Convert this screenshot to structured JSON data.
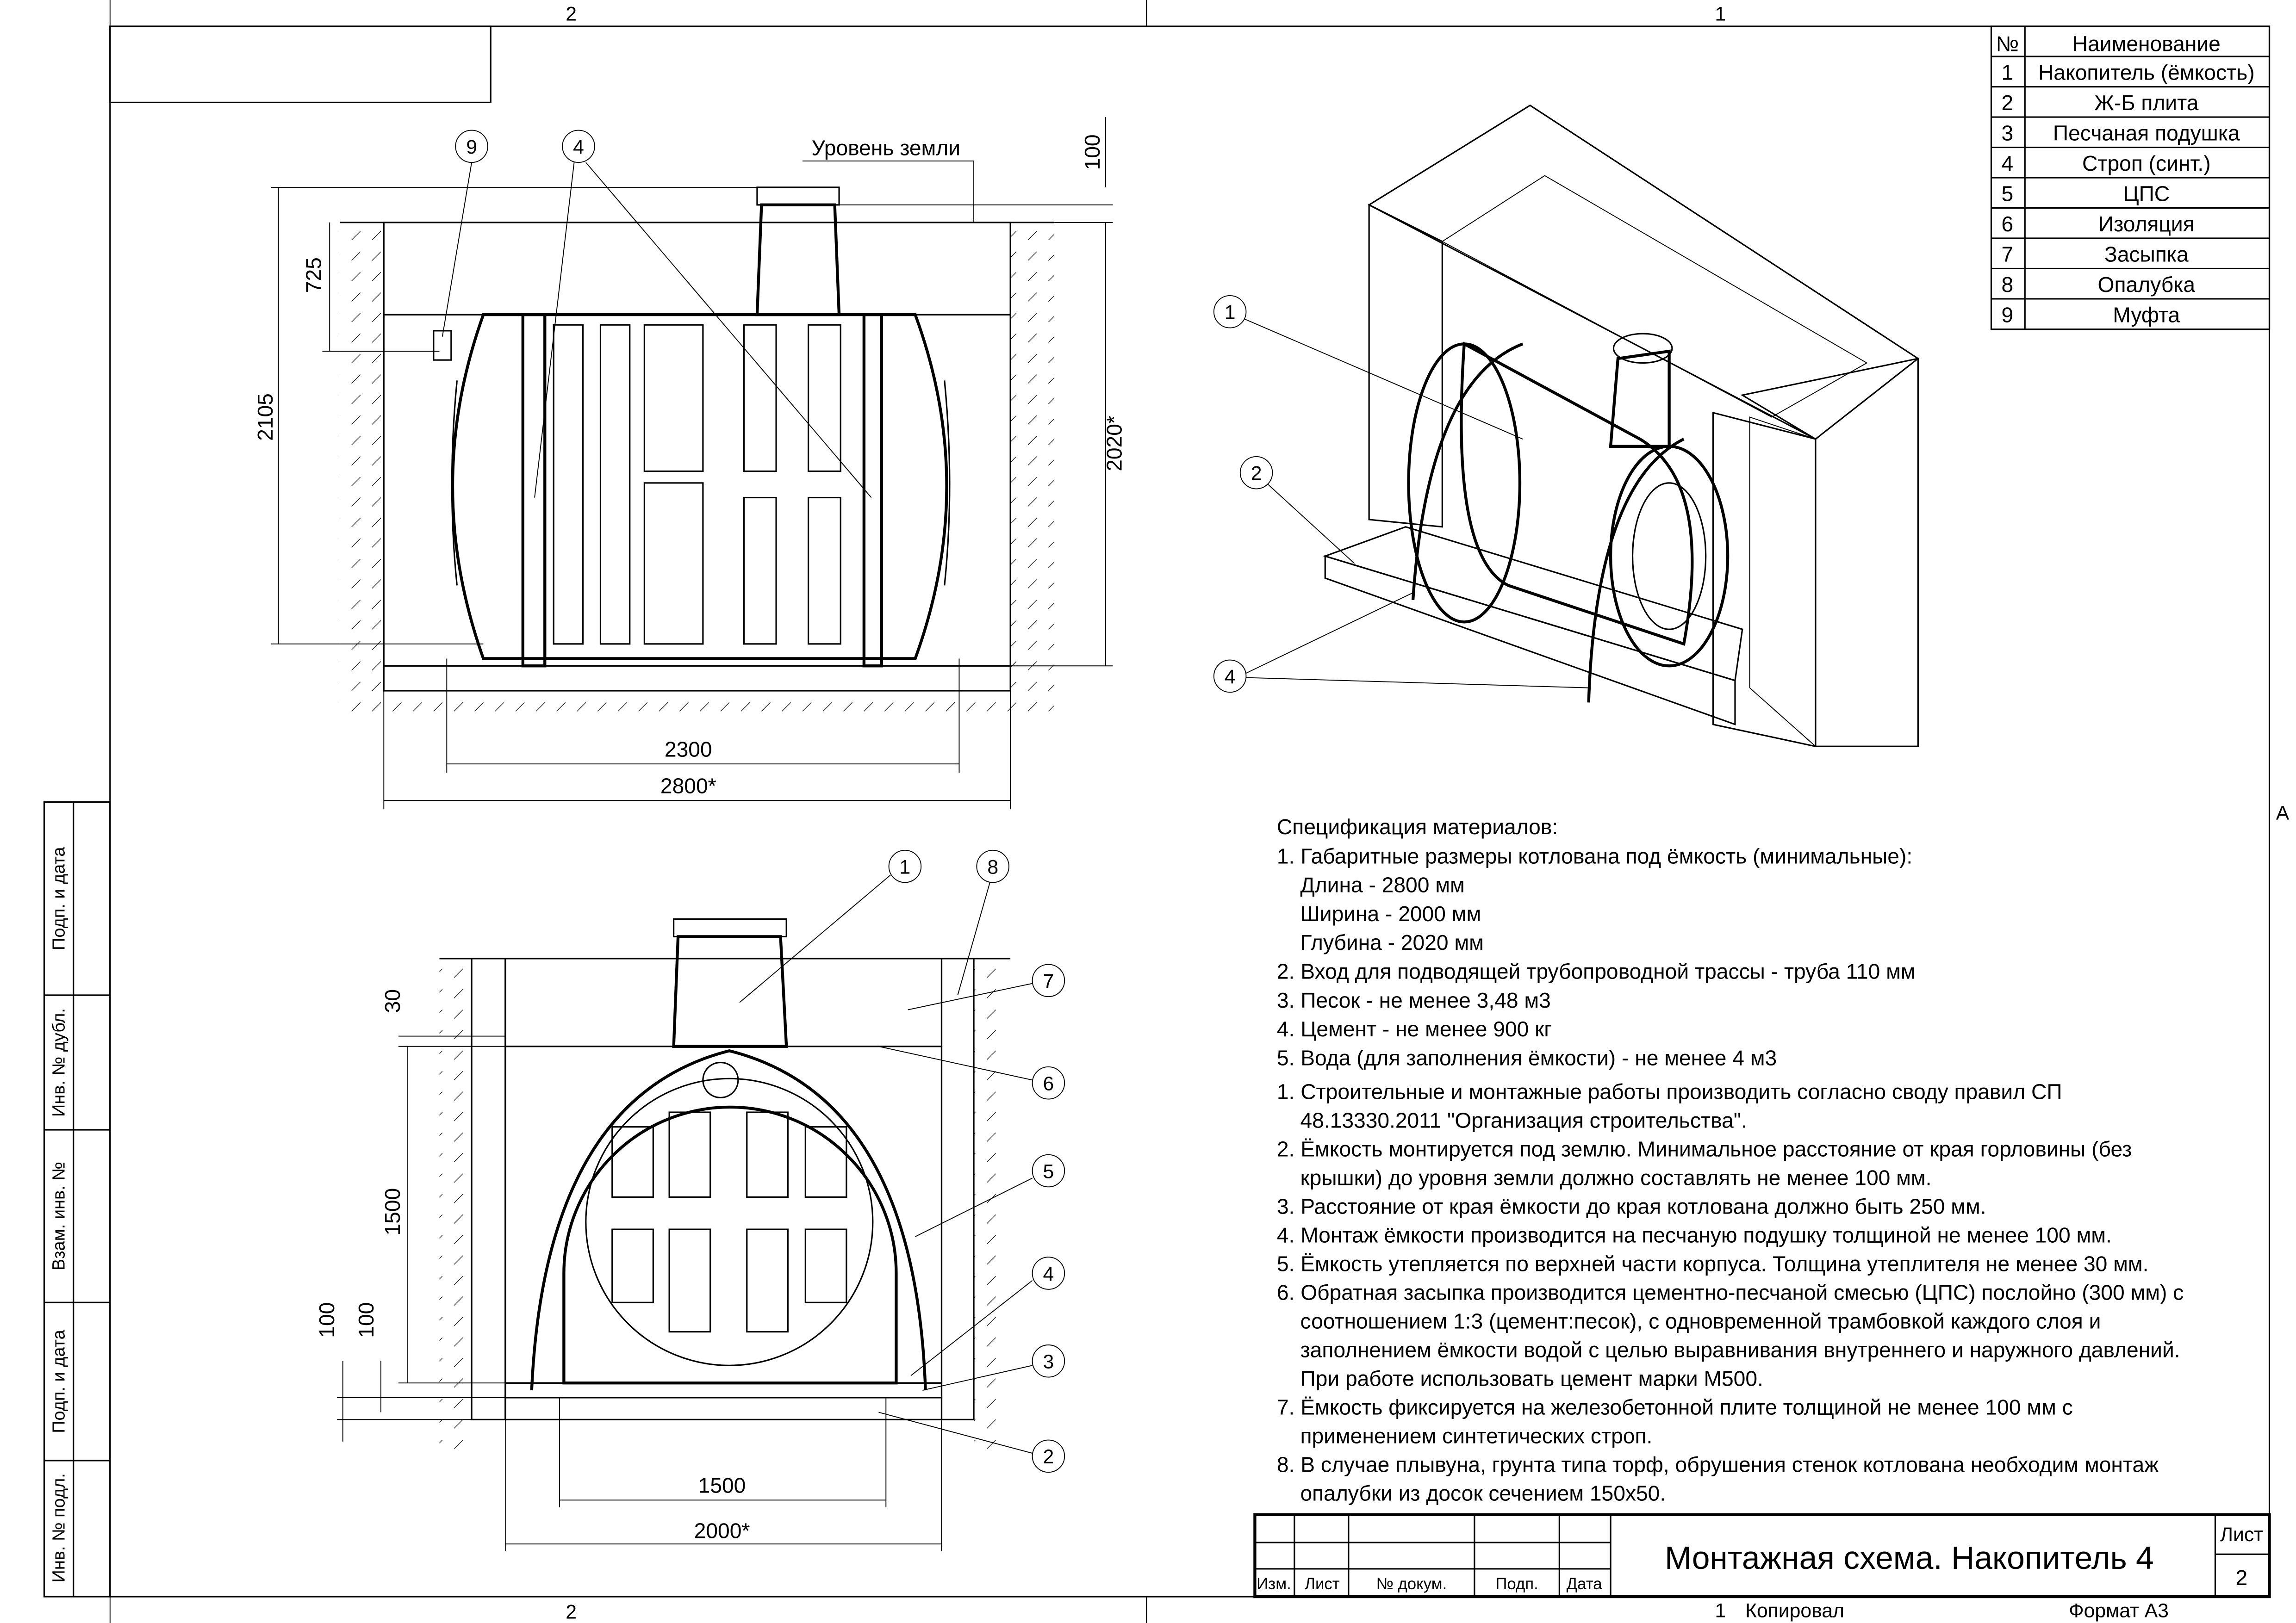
{
  "sheet": {
    "column_markers_top": [
      "2",
      "1"
    ],
    "column_markers_bottom": [
      "2",
      "1"
    ],
    "row_marker": "A"
  },
  "stamp_side": [
    "Подп. и дата",
    "Инв. № дубл.",
    "Взам. инв. №",
    "Подп. и дата",
    "Инв. № подл."
  ],
  "parts_table": {
    "headers": [
      "№",
      "Наименование"
    ],
    "rows": [
      [
        "1",
        "Накопитель (ёмкость)"
      ],
      [
        "2",
        "Ж-Б плита"
      ],
      [
        "3",
        "Песчаная подушка"
      ],
      [
        "4",
        "Строп (синт.)"
      ],
      [
        "5",
        "ЦПС"
      ],
      [
        "6",
        "Изоляция"
      ],
      [
        "7",
        "Засыпка"
      ],
      [
        "8",
        "Опалубка"
      ],
      [
        "9",
        "Муфта"
      ]
    ]
  },
  "front_view": {
    "ground_label": "Уровень земли",
    "dims": {
      "neck_gap": "100",
      "top_to_inlet": "725",
      "total_height": "2105",
      "pit_depth": "2020*",
      "tank_length": "2300",
      "pit_length": "2800*"
    },
    "callouts": [
      "9",
      "4"
    ]
  },
  "side_view": {
    "dims": {
      "insulation": "30",
      "tank_height": "1500",
      "slab": "100",
      "sand": "100",
      "tank_width": "1500",
      "pit_width": "2000*"
    },
    "callouts": [
      "1",
      "8",
      "7",
      "6",
      "5",
      "4",
      "3",
      "2"
    ]
  },
  "iso_view": {
    "callouts": [
      "1",
      "2",
      "4"
    ]
  },
  "spec": {
    "title": "Спецификация материалов:",
    "materials": [
      {
        "text": "1. Габаритные размеры котлована под ёмкость (минимальные):",
        "indent": false
      },
      {
        "text": "Длина - 2800 мм",
        "indent": true
      },
      {
        "text": "Ширина - 2000 мм",
        "indent": true
      },
      {
        "text": "Глубина - 2020 мм",
        "indent": true
      },
      {
        "text": "2. Вход для подводящей трубопроводной трассы - труба 110 мм",
        "indent": false
      },
      {
        "text": "3. Песок - не менее 3,48 м3",
        "indent": false
      },
      {
        "text": "4. Цемент - не менее 900 кг",
        "indent": false
      },
      {
        "text": "5. Вода (для заполнения ёмкости) - не менее 4 м3",
        "indent": false
      }
    ],
    "notes": [
      {
        "text": "1. Строительные и монтажные работы производить согласно своду правил СП",
        "indent": false
      },
      {
        "text": "48.13330.2011 \"Организация строительства\".",
        "indent": true
      },
      {
        "text": "2. Ёмкость монтируется под землю. Минимальное расстояние от края горловины (без",
        "indent": false
      },
      {
        "text": "крышки) до уровня земли должно составлять не менее 100 мм.",
        "indent": true
      },
      {
        "text": "3. Расстояние от края ёмкости до края котлована должно быть 250 мм.",
        "indent": false
      },
      {
        "text": "4. Монтаж ёмкости производится на песчаную подушку толщиной не менее 100 мм.",
        "indent": false
      },
      {
        "text": "5. Ёмкость утепляется по верхней части корпуса. Толщина утеплителя не менее 30 мм.",
        "indent": false
      },
      {
        "text": "6. Обратная засыпка производится цементно-песчаной смесью (ЦПС) послойно (300 мм) с",
        "indent": false
      },
      {
        "text": "соотношением 1:3 (цемент:песок), с одновременной трамбовкой каждого слоя и",
        "indent": true
      },
      {
        "text": "заполнением ёмкости водой с целью выравнивания внутреннего и наружного давлений.",
        "indent": true
      },
      {
        "text": "При работе использовать цемент марки М500.",
        "indent": true
      },
      {
        "text": "7. Ёмкость фиксируется  на железобетонной плите толщиной не менее 100 мм с",
        "indent": false
      },
      {
        "text": "применением синтетических строп.",
        "indent": true
      },
      {
        "text": "8. В случае плывуна, грунта типа торф, обрушения стенок котлована необходим монтаж",
        "indent": false
      },
      {
        "text": "опалубки из досок сечением 150х50.",
        "indent": true
      }
    ]
  },
  "title_block": {
    "columns": [
      "Изм.",
      "Лист",
      "№ докум.",
      "Подп.",
      "Дата"
    ],
    "title": "Монтажная схема. Накопитель 4",
    "sheet_label": "Лист",
    "sheet_number": "2",
    "copied_label": "Копировал",
    "copied_marker": "1",
    "format_label": "Формат А3"
  }
}
